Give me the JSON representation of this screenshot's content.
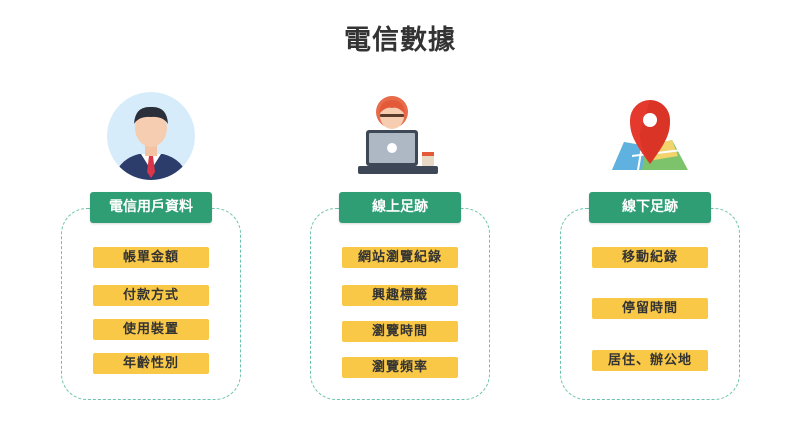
{
  "title": "電信數據",
  "columns": [
    {
      "header": "電信用戶資料",
      "icon": "businessman-avatar-icon",
      "items": [
        "帳單金額",
        "付款方式",
        "使用裝置",
        "年齡性別"
      ]
    },
    {
      "header": "線上足跡",
      "icon": "person-at-laptop-icon",
      "items": [
        "網站瀏覽紀錄",
        "興趣標籤",
        "瀏覽時間",
        "瀏覽頻率"
      ]
    },
    {
      "header": "線下足跡",
      "icon": "map-pin-icon",
      "items": [
        "移動紀錄",
        "停留時間",
        "居住、辦公地"
      ]
    }
  ],
  "colors": {
    "header_green": "#2f9e75",
    "item_yellow": "#f9c846",
    "dashed_border": "#6cc3ad",
    "title_text": "#333333"
  }
}
